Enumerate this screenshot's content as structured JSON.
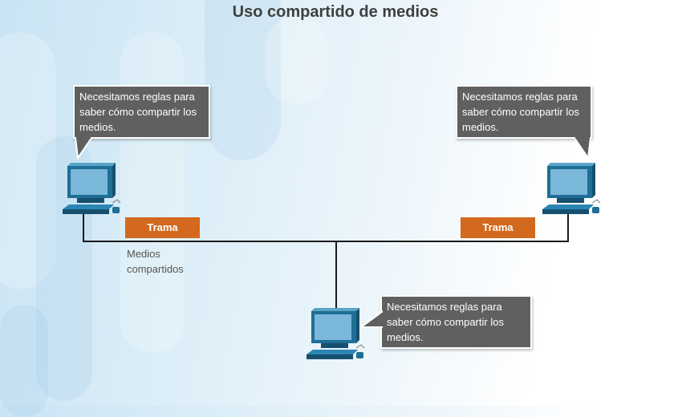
{
  "title": "Uso compartido de medios",
  "bubbles": {
    "left": "Necesitamos reglas para saber cómo compartir los medios.",
    "right": "Necesitamos reglas para saber cómo compartir los medios.",
    "bottom": "Necesitamos reglas para saber cómo compartir los medios."
  },
  "frames": {
    "left": "Trama",
    "right": "Trama"
  },
  "medium_label": "Medios compartidos",
  "colors": {
    "frame": "#d2691e",
    "bubble": "#606060",
    "pc": "#1f6e96"
  }
}
